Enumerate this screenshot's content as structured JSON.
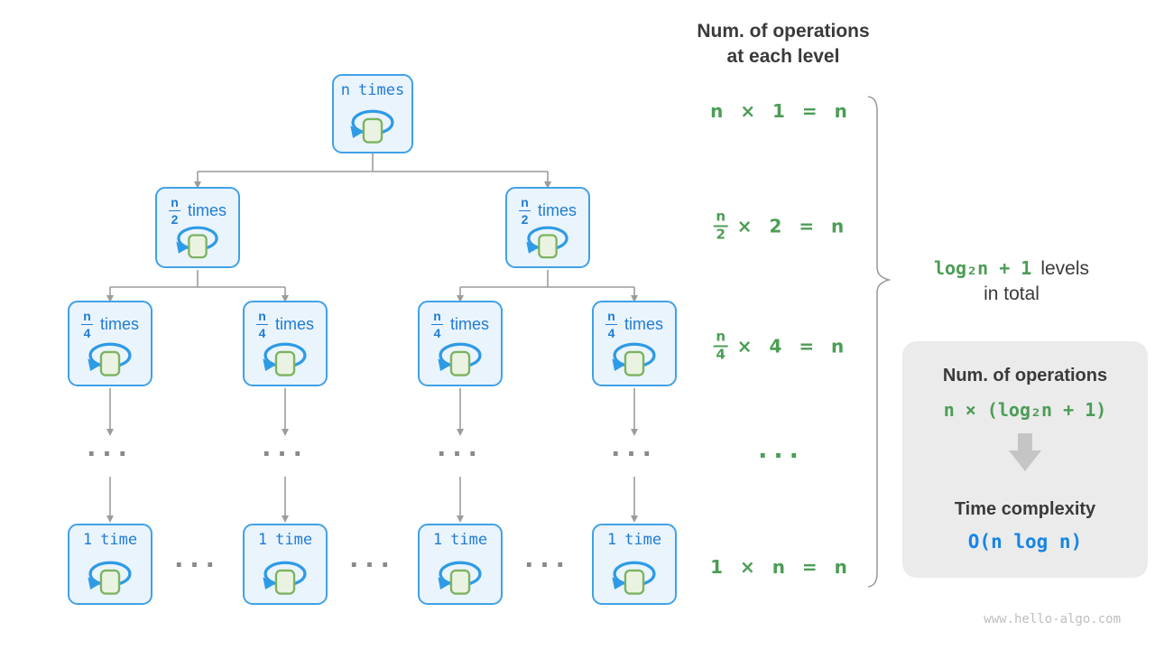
{
  "header": {
    "line1": "Num. of operations",
    "line2": "at each level"
  },
  "tree": {
    "root": {
      "prefix": "n",
      "word": "times"
    },
    "level2": {
      "num": "n",
      "den": "2",
      "word": "times"
    },
    "level3": {
      "num": "n",
      "den": "4",
      "word": "times"
    },
    "leaf": {
      "prefix": "1",
      "word": "time"
    }
  },
  "equations": {
    "row1": {
      "text": "n × 1 = n"
    },
    "row2": {
      "num": "n",
      "den": "2",
      "rest": "× 2 = n"
    },
    "row3": {
      "num": "n",
      "den": "4",
      "rest": "× 4 = n"
    },
    "row5": {
      "text": "1 × n = n"
    }
  },
  "ellipsis": "...",
  "brace_label": {
    "formula": "log₂n + 1",
    "suffix": "levels",
    "line2": "in total"
  },
  "panel": {
    "title1": "Num. of operations",
    "formula": "n × (log₂n + 1)",
    "title2": "Time complexity",
    "result": "O(n log n)"
  },
  "footer": {
    "url": "www.hello-algo.com"
  },
  "colors": {
    "box_border": "#41A1E8",
    "box_fill": "#EAF4FC",
    "box_text": "#1F7CD4",
    "loop_blue": "#2E9BE6",
    "square_fill": "#EAF3E1",
    "square_border": "#7CB360",
    "green": "#4C9D55",
    "dark_text": "#3A3A3A",
    "result_blue": "#1585E6",
    "connector_gray": "#9C9C9C",
    "panel_bg": "#EBEBEB"
  }
}
